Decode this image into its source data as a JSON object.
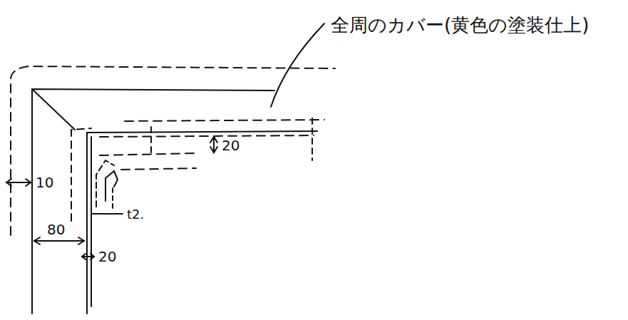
{
  "diagram": {
    "labels": [
      "全周のカバー(黄色の塗装仕上)",
      "20",
      "10",
      "80",
      "20",
      "t2."
    ]
  }
}
